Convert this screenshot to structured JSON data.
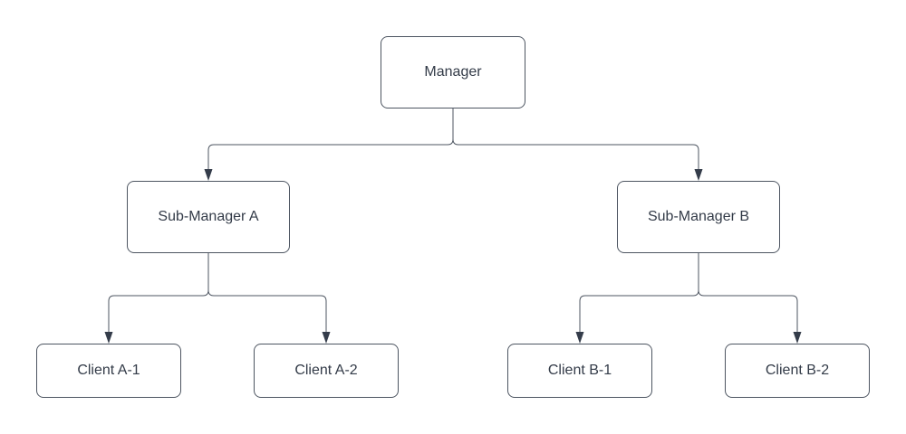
{
  "diagram": {
    "type": "org-chart",
    "nodes": {
      "manager": {
        "label": "Manager"
      },
      "sub_manager_a": {
        "label": "Sub-Manager A"
      },
      "sub_manager_b": {
        "label": "Sub-Manager B"
      },
      "client_a1": {
        "label": "Client A-1"
      },
      "client_a2": {
        "label": "Client A-2"
      },
      "client_b1": {
        "label": "Client B-1"
      },
      "client_b2": {
        "label": "Client B-2"
      }
    },
    "edges": [
      {
        "from": "Manager",
        "to": "Sub-Manager A"
      },
      {
        "from": "Manager",
        "to": "Sub-Manager B"
      },
      {
        "from": "Sub-Manager A",
        "to": "Client A-1"
      },
      {
        "from": "Sub-Manager A",
        "to": "Client A-2"
      },
      {
        "from": "Sub-Manager B",
        "to": "Client B-1"
      },
      {
        "from": "Sub-Manager B",
        "to": "Client B-2"
      }
    ],
    "colors": {
      "background": "#ffffff",
      "node_fill": "#ffffff",
      "stroke": "#4d5561",
      "arrowhead": "#343c4a",
      "text": "#333b48"
    }
  }
}
